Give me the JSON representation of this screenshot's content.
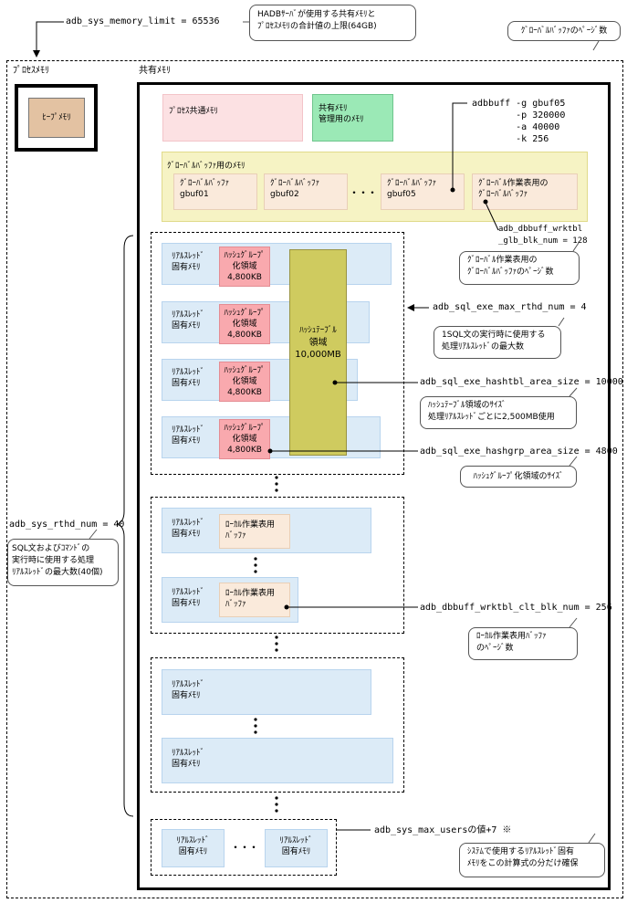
{
  "top_param": "adb_sys_memory_limit = 65536",
  "top_callout": [
    "HADBｻｰﾊﾞが使用する共有ﾒﾓﾘと",
    "ﾌﾟﾛｾｽﾒﾓﾘの合計値の上限(64GB)"
  ],
  "gbuf_pages_callout": "ｸﾞﾛｰﾊﾞﾙﾊﾞｯﾌｧのﾍﾟｰｼﾞ数",
  "process_memory_title": "ﾌﾟﾛｾｽﾒﾓﾘ",
  "heap_memory": "ﾋｰﾌﾟﾒﾓﾘ",
  "shared_memory_title": "共有ﾒﾓﾘ",
  "process_common_memory": "ﾌﾟﾛｾｽ共通ﾒﾓﾘ",
  "shared_mgmt_memory": [
    "共有ﾒﾓﾘ",
    "管理用のﾒﾓﾘ"
  ],
  "adbbuff_cmd": "adbbuff -g gbuf05\n        -p 320000\n        -a 40000\n        -k 256",
  "global_buffer_area": {
    "title": "ｸﾞﾛｰﾊﾞﾙﾊﾞｯﾌｧ用のﾒﾓﾘ",
    "buffers": [
      {
        "line1": "ｸﾞﾛｰﾊﾞﾙﾊﾞｯﾌｧ",
        "line2": "gbuf01"
      },
      {
        "line1": "ｸﾞﾛｰﾊﾞﾙﾊﾞｯﾌｧ",
        "line2": "gbuf02"
      },
      {
        "line1": "ｸﾞﾛｰﾊﾞﾙﾊﾞｯﾌｧ",
        "line2": "gbuf05"
      },
      {
        "line1": "ｸﾞﾛｰﾊﾞﾙ作業表用の",
        "line2": "ｸﾞﾛｰﾊﾞﾙﾊﾞｯﾌｧ"
      }
    ],
    "ellipsis": "・・・"
  },
  "wrktbl_glb_param": "adb_dbbuff_wrktbl\n_glb_blk_num = 128",
  "wrktbl_glb_callout": [
    "ｸﾞﾛｰﾊﾞﾙ作業表用の",
    "ｸﾞﾛｰﾊﾞﾙﾊﾞｯﾌｧのﾍﾟｰｼﾞ数"
  ],
  "real_thread": [
    "ﾘｱﾙｽﾚｯﾄﾞ",
    "固有ﾒﾓﾘ"
  ],
  "hash_group": [
    "ﾊｯｼｭｸﾞﾙｰﾌﾟ",
    "化領域",
    "4,800KB"
  ],
  "hash_table": [
    "ﾊｯｼｭﾃｰﾌﾞﾙ",
    "領域",
    "10,000MB"
  ],
  "rthd_param": "adb_sql_exe_max_rthd_num = 4",
  "rthd_callout": [
    "1SQL文の実行時に使用する",
    "処理ﾘｱﾙｽﾚｯﾄﾞの最大数"
  ],
  "hashtbl_param": "adb_sql_exe_hashtbl_area_size = 10000",
  "hashtbl_callout": [
    "ﾊｯｼｭﾃｰﾌﾞﾙ領域のｻｲｽﾞ",
    "処理ﾘｱﾙｽﾚｯﾄﾞごとに2,500MB使用"
  ],
  "hashgrp_param": "adb_sql_exe_hashgrp_area_size = 4800",
  "hashgrp_callout": "ﾊｯｼｭｸﾞﾙｰﾌﾟ化領域のｻｲｽﾞ",
  "sys_rthd_param": "adb_sys_rthd_num = 40",
  "sys_rthd_callout": [
    "SQL文およびｺﾏﾝﾄﾞの",
    "実行時に使用する処理",
    "ﾘｱﾙｽﾚｯﾄﾞの最大数(40個)"
  ],
  "local_buffer": [
    "ﾛｰｶﾙ作業表用",
    "ﾊﾞｯﾌｧ"
  ],
  "clt_param": "adb_dbbuff_wrktbl_clt_blk_num = 256",
  "clt_callout": [
    "ﾛｰｶﾙ作業表用ﾊﾞｯﾌｧ",
    "のﾍﾟｰｼﾞ数"
  ],
  "max_users_param": "adb_sys_max_usersの値+7 ※",
  "max_users_callout": [
    "ｼｽﾃﾑで使用するﾘｱﾙｽﾚｯﾄﾞ固有",
    "ﾒﾓﾘをこの計算式の分だけ確保"
  ],
  "dots_h": "・・・"
}
